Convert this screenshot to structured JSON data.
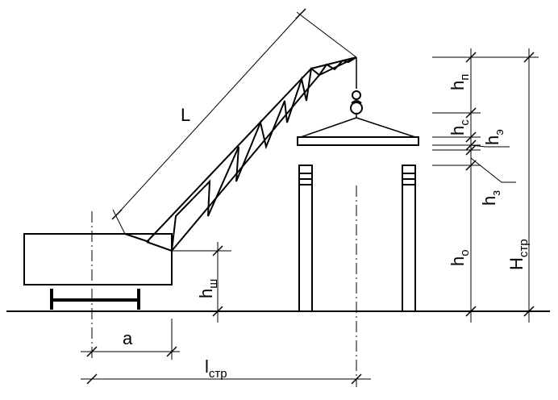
{
  "labels": {
    "L": {
      "main": "L",
      "sub": ""
    },
    "a": {
      "main": "a",
      "sub": ""
    },
    "l_str": {
      "main": "l",
      "sub": "стр"
    },
    "h_sh": {
      "main": "h",
      "sub": "ш"
    },
    "h_p": {
      "main": "h",
      "sub": "п"
    },
    "h_s": {
      "main": "h",
      "sub": "с"
    },
    "h_e": {
      "main": "h",
      "sub": "э"
    },
    "h_z": {
      "main": "h",
      "sub": "з"
    },
    "h_o": {
      "main": "h",
      "sub": "о"
    },
    "H_str": {
      "main": "H",
      "sub": "стр"
    }
  }
}
